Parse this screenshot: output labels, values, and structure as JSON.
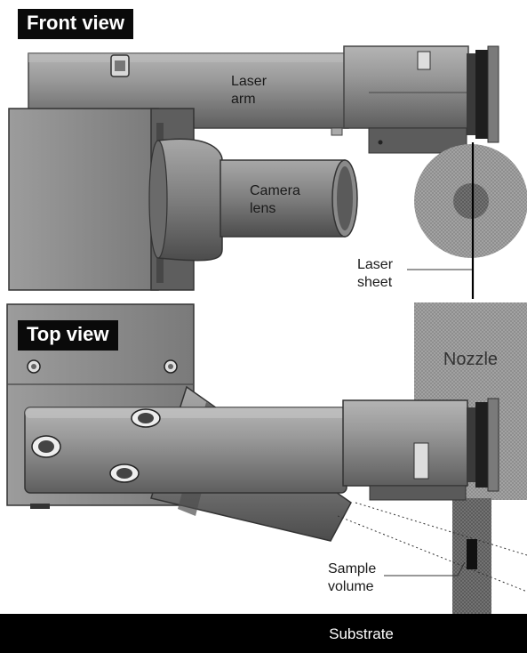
{
  "front_view": {
    "title": "Front view",
    "laser_arm_label": [
      "Laser",
      "arm"
    ],
    "camera_lens_label": [
      "Camera",
      "lens"
    ],
    "laser_sheet_label": [
      "Laser",
      "sheet"
    ]
  },
  "top_view": {
    "title": "Top view",
    "nozzle_label": "Nozzle",
    "sample_volume_label": [
      "Sample",
      "volume"
    ],
    "substrate_label": "Substrate"
  },
  "colors": {
    "tag_background": "#0a0a0a",
    "body_gray": "#8c8c8c",
    "dark_gray": "#5a5a5a",
    "nozzle_gray": "#9a9a9a",
    "substrate": "#000000"
  }
}
